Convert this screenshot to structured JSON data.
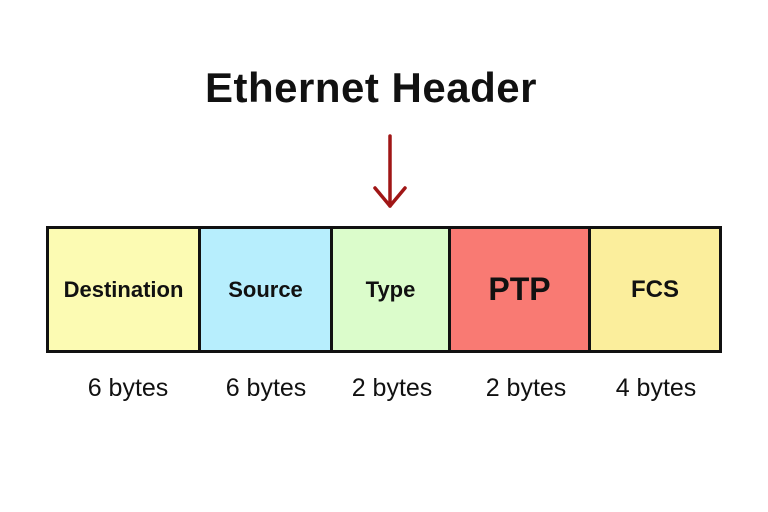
{
  "title": "Ethernet Header",
  "fields": [
    {
      "label": "Destination",
      "size": "6 bytes",
      "color": "#FCFBB3"
    },
    {
      "label": "Source",
      "size": "6 bytes",
      "color": "#B7EEFD"
    },
    {
      "label": "Type",
      "size": "2 bytes",
      "color": "#DBFCCB"
    },
    {
      "label": "PTP",
      "size": "2 bytes",
      "color": "#F97A73"
    },
    {
      "label": "FCS",
      "size": "4 bytes",
      "color": "#FBEE9C"
    }
  ],
  "arrow_color": "#A01616",
  "border_color": "#111111"
}
